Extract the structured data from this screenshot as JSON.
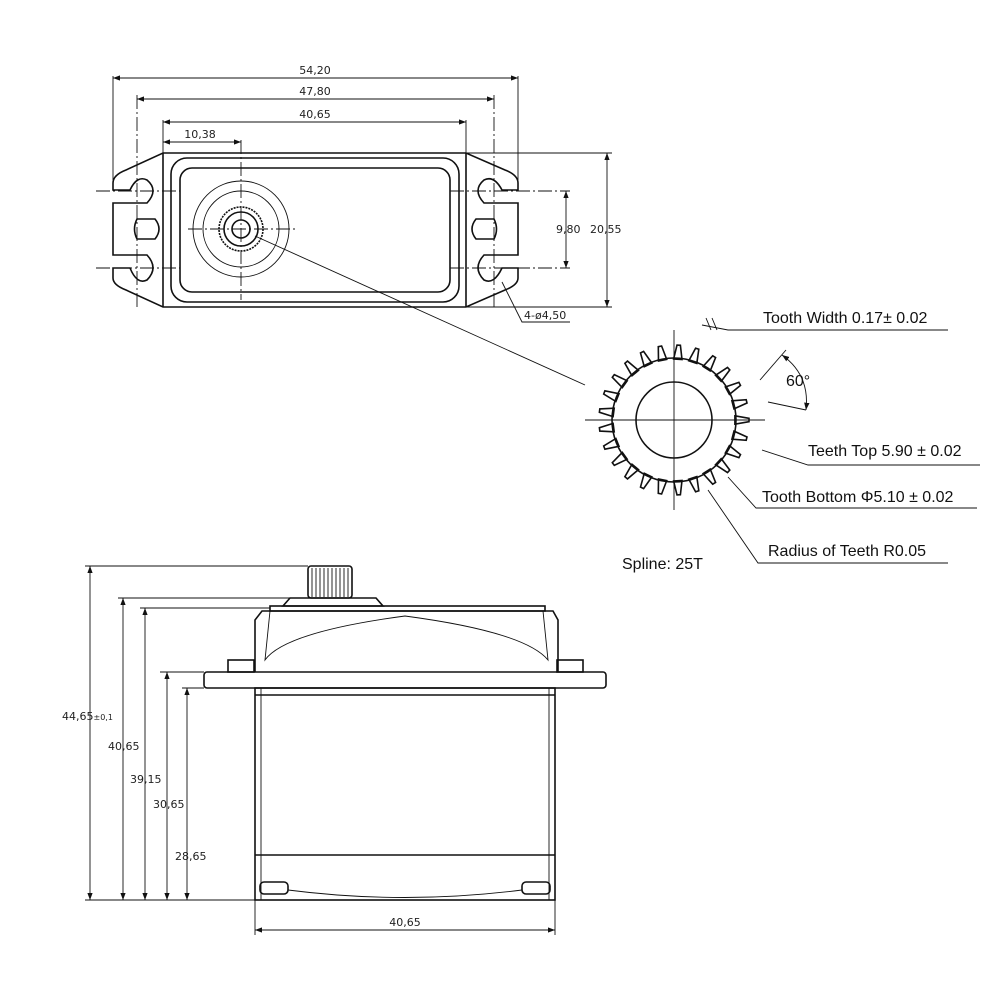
{
  "top_view": {
    "dims": {
      "overall_width": "54,20",
      "mount_hole_spacing": "47,80",
      "body_width": "40,65",
      "shaft_offset": "10,38",
      "hole_vertical_spacing": "9,80",
      "body_depth": "20,55",
      "mount_holes": "4-ø4,50"
    }
  },
  "spline_detail": {
    "tooth_width": "Tooth Width 0.17± 0.02",
    "angle": "60°",
    "teeth_top": "Teeth Top 5.90 ± 0.02",
    "tooth_bottom": "Tooth Bottom Φ5.10 ± 0.02",
    "radius": "Radius of Teeth R0.05",
    "spline": "Spline: 25T",
    "tooth_count": 25
  },
  "side_view": {
    "dims": {
      "overall_height": "44,65",
      "overall_tol": "±0,1",
      "h_cap": "40,65",
      "h_case_top": "39,15",
      "h_flange_top": "30,65",
      "h_flange_bottom": "28,65",
      "body_width": "40,65"
    }
  }
}
